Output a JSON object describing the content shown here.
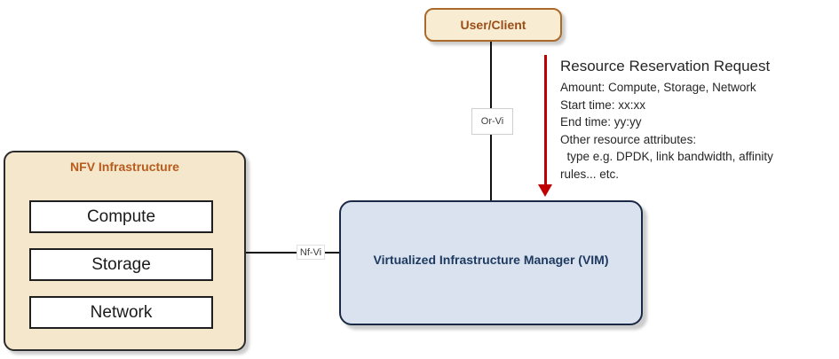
{
  "nodes": {
    "user_client": {
      "label": "User/Client"
    },
    "nfv_infrastructure": {
      "title": "NFV Infrastructure",
      "components": [
        "Compute",
        "Storage",
        "Network"
      ]
    },
    "vim": {
      "label": "Virtualized Infrastructure Manager (VIM)"
    }
  },
  "connectors": {
    "or_vi": {
      "label": "Or-Vi"
    },
    "nf_vi": {
      "label": "Nf-Vi"
    }
  },
  "annotation": {
    "title": "Resource Reservation Request",
    "lines": [
      "Amount: Compute, Storage, Network",
      "Start time: xx:xx",
      "End time: yy:yy",
      "Other resource attributes:",
      "  type e.g. DPDK, link bandwidth, affinity",
      "rules... etc."
    ]
  },
  "colors": {
    "node_cream_fill": "#F4E7CB",
    "node_brown_border": "#A96A2A",
    "node_brown_text": "#B85C1E",
    "vim_fill": "#D9E2EE",
    "vim_text": "#1F3A60",
    "arrow_red": "#C00000"
  }
}
